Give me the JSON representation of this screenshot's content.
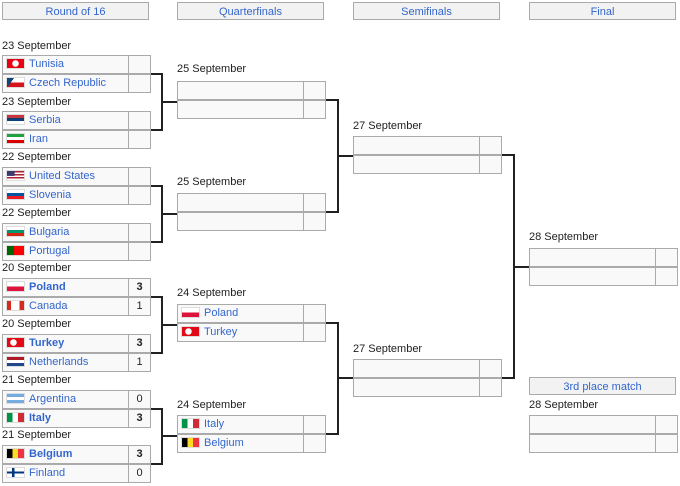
{
  "headers": [
    "Round of 16",
    "Quarterfinals",
    "Semifinals",
    "Final"
  ],
  "third_place_label": "3rd place match",
  "round_of_16": [
    {
      "date": "23 September",
      "teams": [
        {
          "name": "Tunisia",
          "flag": "tunisia-flag-icon",
          "score": "",
          "winner": false
        },
        {
          "name": "Czech Republic",
          "flag": "czech-flag-icon",
          "score": "",
          "winner": false
        }
      ]
    },
    {
      "date": "23 September",
      "teams": [
        {
          "name": "Serbia",
          "flag": "serbia-flag-icon",
          "score": "",
          "winner": false
        },
        {
          "name": "Iran",
          "flag": "iran-flag-icon",
          "score": "",
          "winner": false
        }
      ]
    },
    {
      "date": "22 September",
      "teams": [
        {
          "name": "United States",
          "flag": "usa-flag-icon",
          "score": "",
          "winner": false
        },
        {
          "name": "Slovenia",
          "flag": "slovenia-flag-icon",
          "score": "",
          "winner": false
        }
      ]
    },
    {
      "date": "22 September",
      "teams": [
        {
          "name": "Bulgaria",
          "flag": "bulgaria-flag-icon",
          "score": "",
          "winner": false
        },
        {
          "name": "Portugal",
          "flag": "portugal-flag-icon",
          "score": "",
          "winner": false
        }
      ]
    },
    {
      "date": "20 September",
      "teams": [
        {
          "name": "Poland",
          "flag": "poland-flag-icon",
          "score": "3",
          "winner": true
        },
        {
          "name": "Canada",
          "flag": "canada-flag-icon",
          "score": "1",
          "winner": false
        }
      ]
    },
    {
      "date": "20 September",
      "teams": [
        {
          "name": "Turkey",
          "flag": "turkey-flag-icon",
          "score": "3",
          "winner": true
        },
        {
          "name": "Netherlands",
          "flag": "netherlands-flag-icon",
          "score": "1",
          "winner": false
        }
      ]
    },
    {
      "date": "21 September",
      "teams": [
        {
          "name": "Argentina",
          "flag": "argentina-flag-icon",
          "score": "0",
          "winner": false
        },
        {
          "name": "Italy",
          "flag": "italy-flag-icon",
          "score": "3",
          "winner": true
        }
      ]
    },
    {
      "date": "21 September",
      "teams": [
        {
          "name": "Belgium",
          "flag": "belgium-flag-icon",
          "score": "3",
          "winner": true
        },
        {
          "name": "Finland",
          "flag": "finland-flag-icon",
          "score": "0",
          "winner": false
        }
      ]
    }
  ],
  "quarterfinals": [
    {
      "date": "25 September",
      "teams": [
        {
          "name": "",
          "flag": "",
          "score": ""
        },
        {
          "name": "",
          "flag": "",
          "score": ""
        }
      ]
    },
    {
      "date": "25 September",
      "teams": [
        {
          "name": "",
          "flag": "",
          "score": ""
        },
        {
          "name": "",
          "flag": "",
          "score": ""
        }
      ]
    },
    {
      "date": "24 September",
      "teams": [
        {
          "name": "Poland",
          "flag": "poland-flag-icon",
          "score": ""
        },
        {
          "name": "Turkey",
          "flag": "turkey-flag-icon",
          "score": ""
        }
      ]
    },
    {
      "date": "24 September",
      "teams": [
        {
          "name": "Italy",
          "flag": "italy-flag-icon",
          "score": ""
        },
        {
          "name": "Belgium",
          "flag": "belgium-flag-icon",
          "score": ""
        }
      ]
    }
  ],
  "semifinals": [
    {
      "date": "27 September",
      "teams": [
        {
          "name": "",
          "flag": "",
          "score": ""
        },
        {
          "name": "",
          "flag": "",
          "score": ""
        }
      ]
    },
    {
      "date": "27 September",
      "teams": [
        {
          "name": "",
          "flag": "",
          "score": ""
        },
        {
          "name": "",
          "flag": "",
          "score": ""
        }
      ]
    }
  ],
  "final": [
    {
      "date": "28 September",
      "teams": [
        {
          "name": "",
          "flag": "",
          "score": ""
        },
        {
          "name": "",
          "flag": "",
          "score": ""
        }
      ]
    }
  ],
  "third_place": [
    {
      "date": "28 September",
      "teams": [
        {
          "name": "",
          "flag": "",
          "score": ""
        },
        {
          "name": "",
          "flag": "",
          "score": ""
        }
      ]
    }
  ]
}
